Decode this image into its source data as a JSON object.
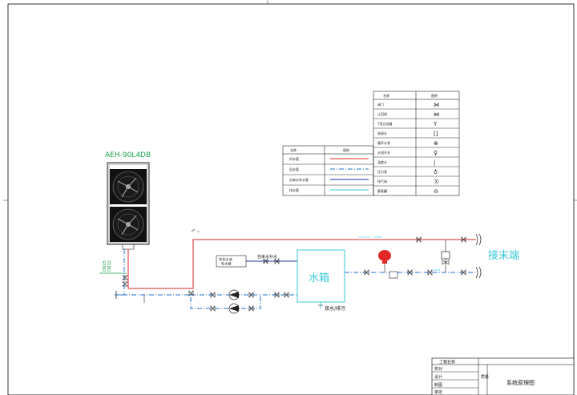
{
  "unit_model": "AEH-90L4DB",
  "unit_tags": [
    "DN25",
    "DN32"
  ],
  "labels": {
    "tank": "水箱",
    "terminal": "接末端",
    "softener": "软化水或\n软水器",
    "makeup_water": "自来水补水",
    "drain": "接水/排污",
    "pipe_tag_upper": "DN32",
    "pipe_tag_lower": "DN32"
  },
  "legend_left": {
    "headers": [
      "名称",
      "图例"
    ],
    "rows": [
      {
        "name": "供水管"
      },
      {
        "name": "回水管"
      },
      {
        "name": "自来水补水管"
      },
      {
        "name": "排水管"
      }
    ]
  },
  "legend_right": {
    "headers": [
      "名称",
      "图例"
    ],
    "rows": [
      {
        "name": "阀门",
        "symbol": "⋈"
      },
      {
        "name": "止回阀",
        "symbol": "⋈"
      },
      {
        "name": "Y型过滤器",
        "symbol": "Y"
      },
      {
        "name": "软接头",
        "symbol": "[]"
      },
      {
        "name": "循环水泵",
        "symbol": "⊗"
      },
      {
        "name": "水流开关",
        "symbol": "♀"
      },
      {
        "name": "温度计",
        "symbol": "|"
      },
      {
        "name": "压力表",
        "symbol": "♁"
      },
      {
        "name": "排气阀",
        "symbol": "Ⓧ"
      },
      {
        "name": "膨胀罐",
        "symbol": "⊖"
      }
    ]
  },
  "title_block": {
    "project_label": "工程名称",
    "roles": [
      "校对",
      "设计",
      "制图",
      "审定"
    ],
    "dept": "质量",
    "drawing_title": "系统原理图"
  },
  "colors": {
    "supply": "#e32626",
    "return": "#1f6fd1",
    "makeup": "#1a2fa8",
    "drain": "#35c8d6",
    "tank_border": "#35c8d6",
    "terminal_text": "#35c8d6"
  }
}
